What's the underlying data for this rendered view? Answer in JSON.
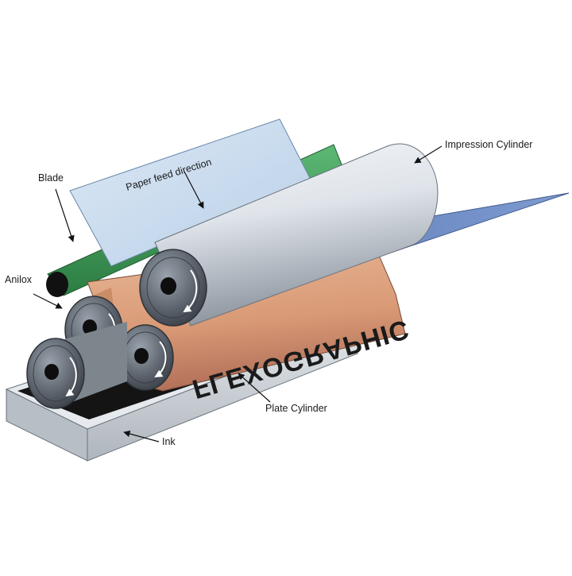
{
  "labels": {
    "blade": "Blade",
    "anilox": "Anilox",
    "ink": "Ink",
    "impression_cylinder": "Impression Cylinder",
    "plate_cylinder": "Plate Cylinder",
    "paper_feed_direction": "Paper feed direction"
  },
  "plate_text": "FLEXOGRAPHIC",
  "colors": {
    "paper": "#c9ddf0",
    "paper_exit": "#6f8fc7",
    "blade_green": "#3d9a56",
    "plate_copper": "#d9a07a",
    "ink_tray": "#cfd4d9",
    "roller_dark": "#5a6068",
    "arrow": "#111111"
  }
}
